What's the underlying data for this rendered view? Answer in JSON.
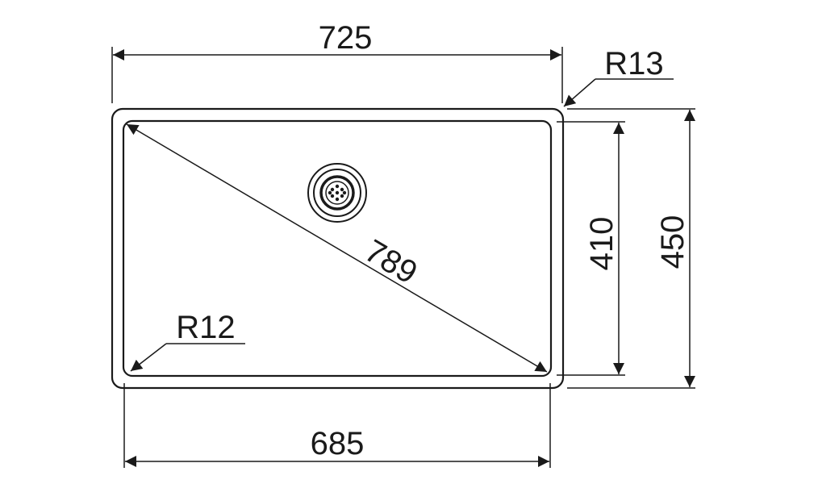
{
  "dimensions": {
    "outer_width": "725",
    "inner_width": "685",
    "inner_height": "410",
    "outer_height": "450",
    "diagonal": "789",
    "outer_radius": "R13",
    "inner_radius": "R12"
  },
  "colors": {
    "line": "#1a1a1a",
    "background": "#ffffff"
  }
}
